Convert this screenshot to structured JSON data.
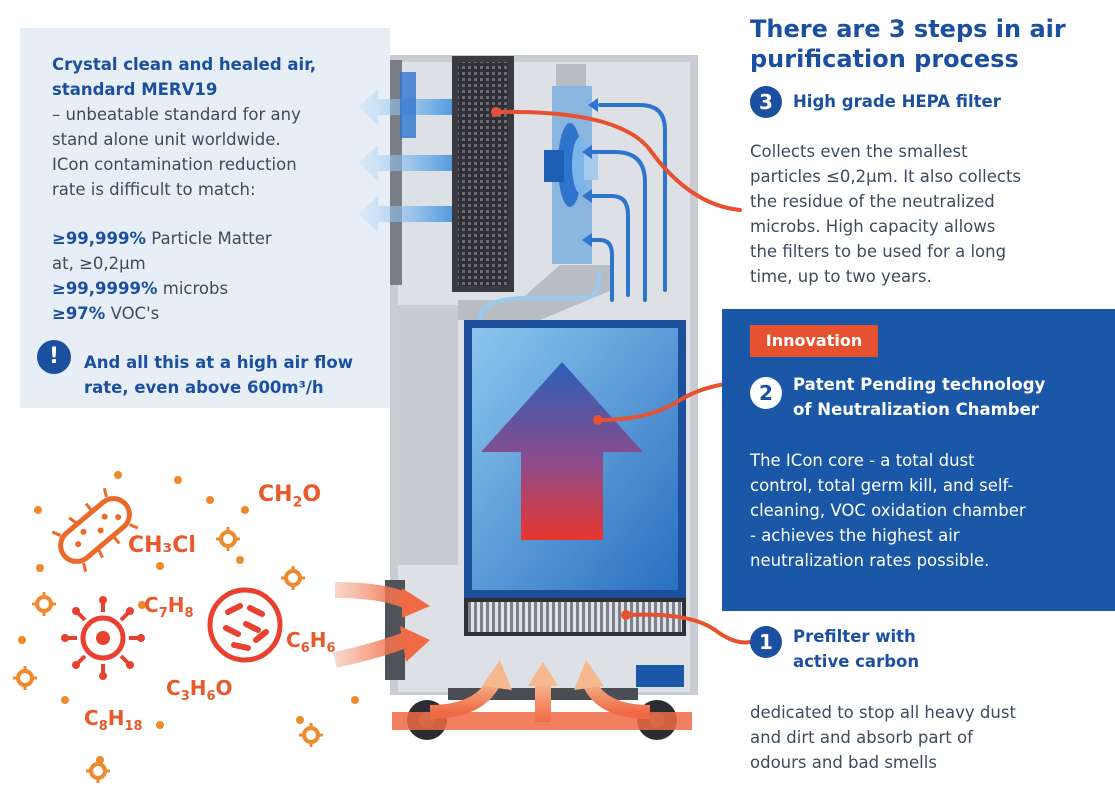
{
  "left_panel": {
    "heading_line1": "Crystal clean and healed air,",
    "heading_line2": "standard MERV19",
    "body_line1": "– unbeatable standard for any",
    "body_line2": "stand alone unit worldwide.",
    "body_line3": "ICon contamination reduction",
    "body_line4": "rate is difficult to match:",
    "stat1_value": "≥99,999%",
    "stat1_label": " Particle Matter",
    "stat1_label2": "at, ≥0,2µm",
    "stat2_value": "≥99,9999%",
    "stat2_label": " microbs",
    "stat3_value": "≥97%",
    "stat3_label": " VOC's",
    "alert_icon_glyph": "!",
    "alert_line1": "And all this at a high air flow",
    "alert_line2": "rate, even above 600m³/h"
  },
  "title": {
    "line1": "There are 3 steps in air",
    "line2": "purification process"
  },
  "step3": {
    "number": "3",
    "title": "High grade HEPA filter",
    "body": [
      "Collects even the smallest",
      "particles ≤0,2µm. It also collects",
      "the residue of the neutralized",
      "microbs. High capacity allows",
      "the filters to be used for a long",
      "time, up to two years."
    ]
  },
  "step2": {
    "badge": "Innovation",
    "number": "2",
    "title_line1": "Patent Pending technology",
    "title_line2": "of Neutralization Chamber",
    "body": [
      "The ICon core - a total dust",
      "control, total germ kill, and self-",
      "cleaning, VOC oxidation chamber",
      "- achieves the highest air",
      "neutralization rates possible."
    ]
  },
  "step1": {
    "number": "1",
    "title_line1": "Prefilter with",
    "title_line2": "active carbon",
    "body": [
      "dedicated to stop all heavy dust",
      "and dirt and absorb part of",
      "odours and bad smells"
    ]
  },
  "molecules": {
    "ch2o": [
      "CH",
      "2",
      "O"
    ],
    "ch3cl": "CH₃Cl",
    "c7h8": [
      "C",
      "7",
      "H",
      "8"
    ],
    "c6h6": [
      "C",
      "6",
      "H",
      "6"
    ],
    "c3h6o": [
      "C",
      "3",
      "H",
      "6",
      "O"
    ],
    "c8h18": [
      "C",
      "8",
      "H",
      "18"
    ]
  },
  "colors": {
    "brand_blue": "#1b4fa0",
    "panel_blue": "#1a57a6",
    "accent_orange": "#e8512f",
    "light_panel": "#e8eef5"
  },
  "icons": [
    "exclamation-icon",
    "bacteria-icon",
    "virus-icon",
    "gear-particle-icon",
    "fan-icon",
    "wheel-icon"
  ]
}
